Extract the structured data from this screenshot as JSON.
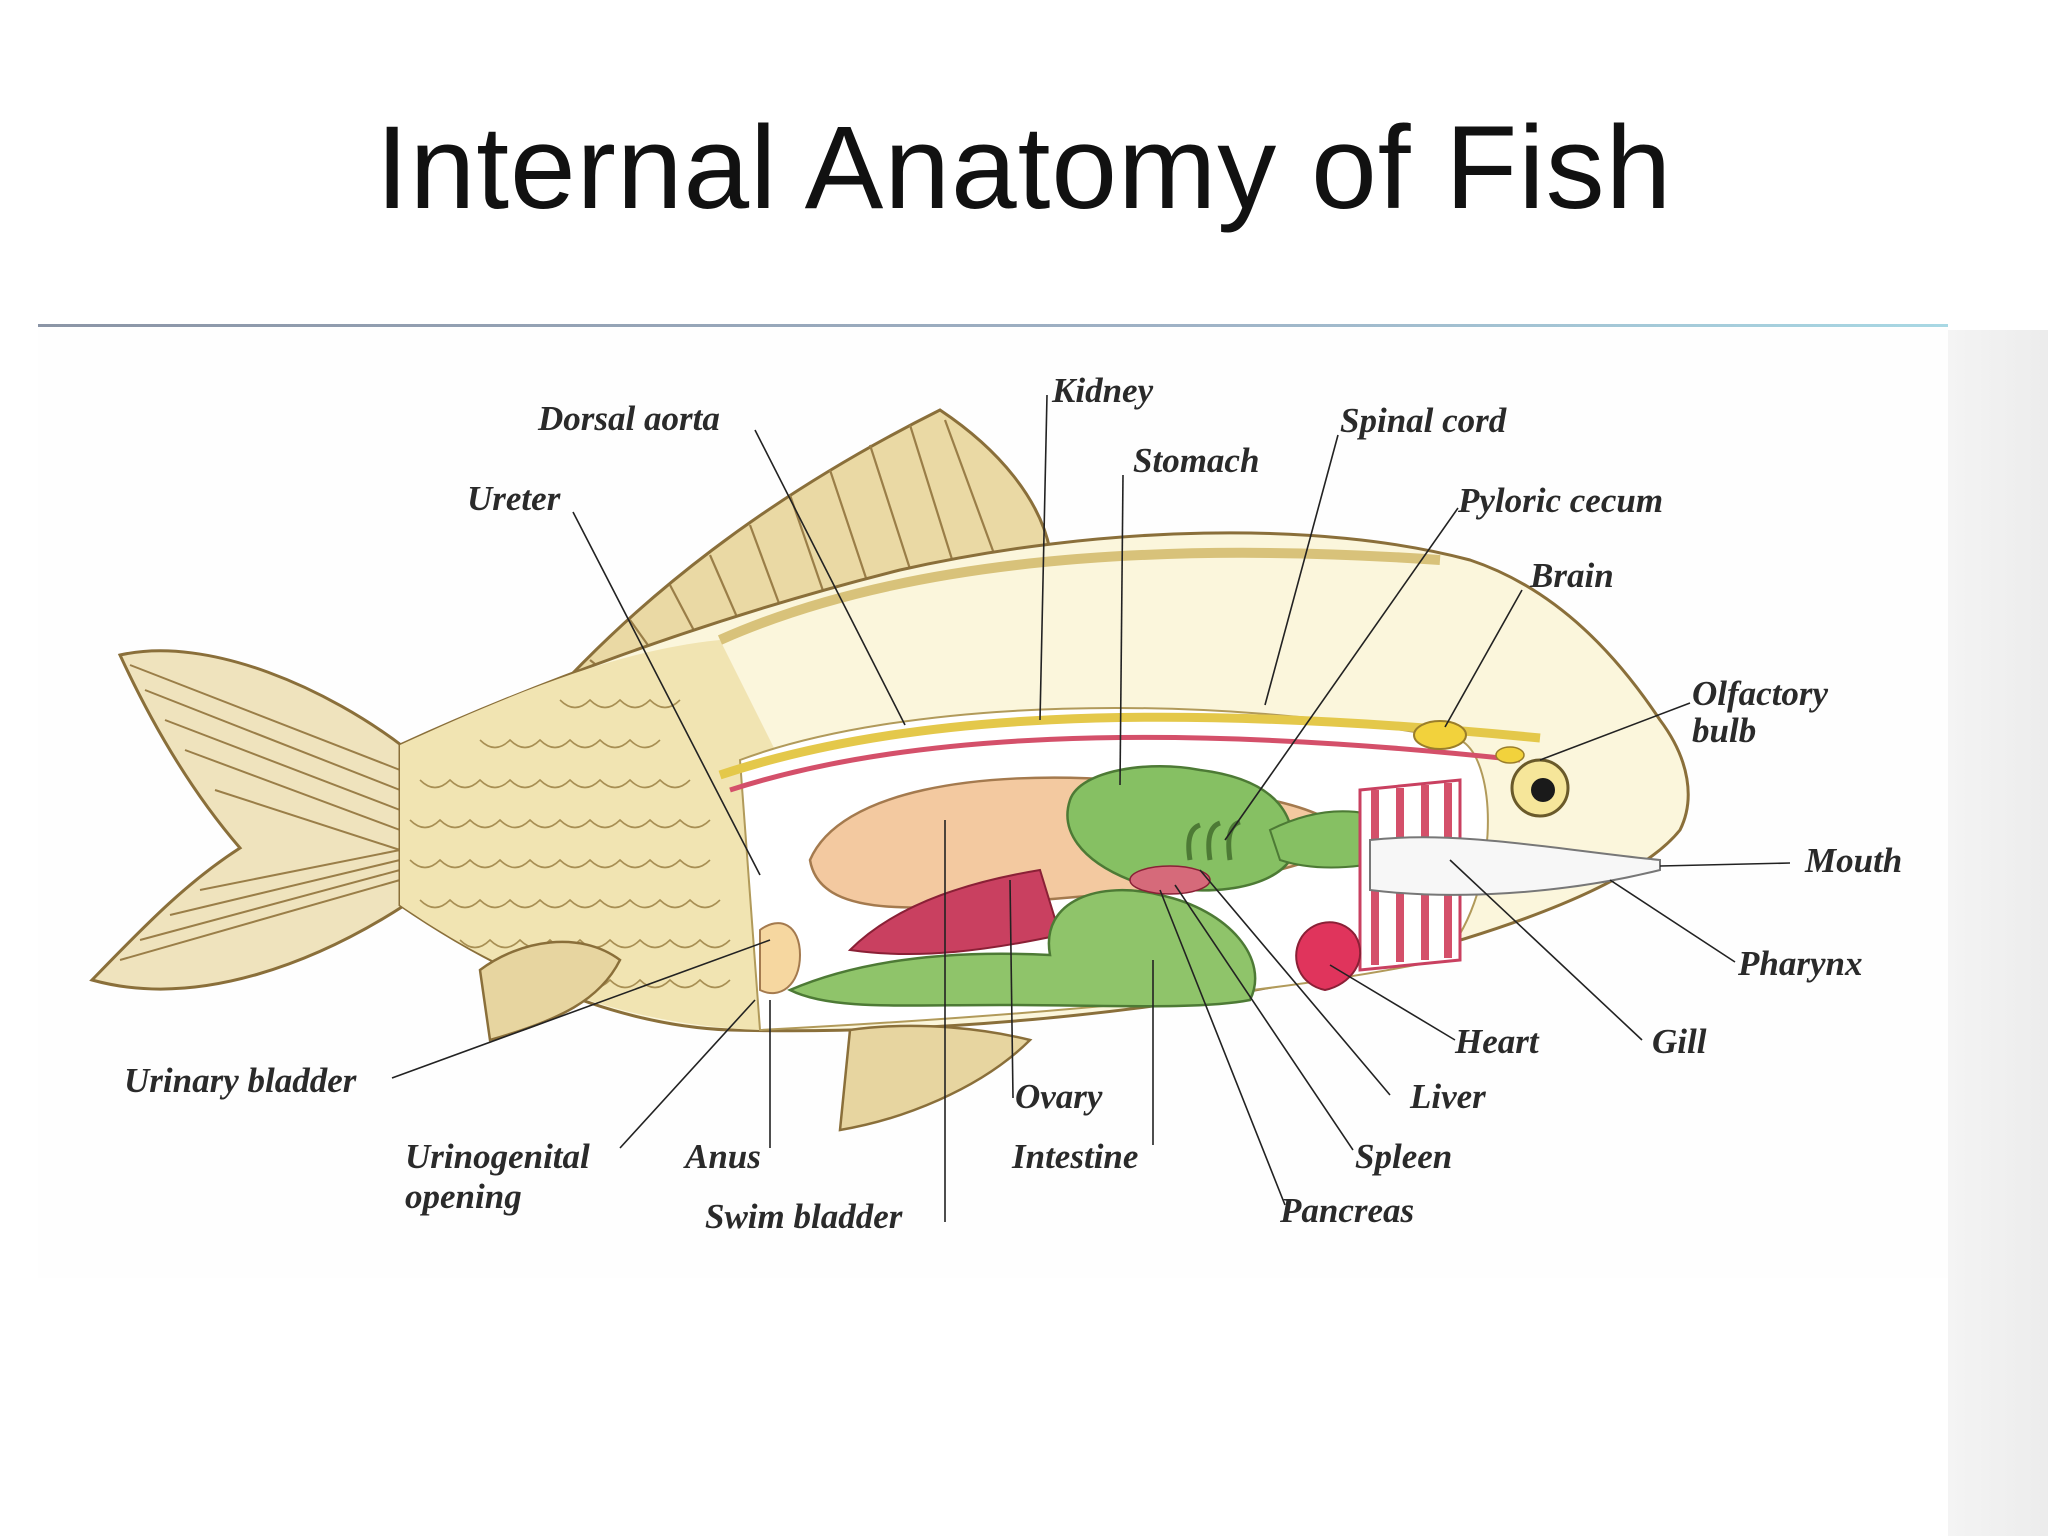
{
  "slide": {
    "title": "Internal Anatomy of Fish"
  },
  "labels": {
    "dorsal_aorta": "Dorsal aorta",
    "kidney": "Kidney",
    "spinal_cord": "Spinal cord",
    "stomach": "Stomach",
    "ureter": "Ureter",
    "pyloric_cecum": "Pyloric cecum",
    "brain": "Brain",
    "olfactory_bulb_1": "Olfactory",
    "olfactory_bulb_2": "bulb",
    "mouth": "Mouth",
    "pharynx": "Pharynx",
    "heart": "Heart",
    "gill": "Gill",
    "urinary_bladder": "Urinary bladder",
    "liver": "Liver",
    "ovary": "Ovary",
    "urinogenital_1": "Urinogenital",
    "urinogenital_2": "opening",
    "anus": "Anus",
    "intestine": "Intestine",
    "spleen": "Spleen",
    "swim_bladder": "Swim bladder",
    "pancreas": "Pancreas"
  },
  "colors": {
    "fin": "#c9b37a",
    "body": "#f6efc6",
    "swim_bladder": "#f3c9a0",
    "gut": "#8fc46a",
    "gonad": "#c94060",
    "heart": "#e0345c",
    "spinal": "#e4c84a"
  }
}
